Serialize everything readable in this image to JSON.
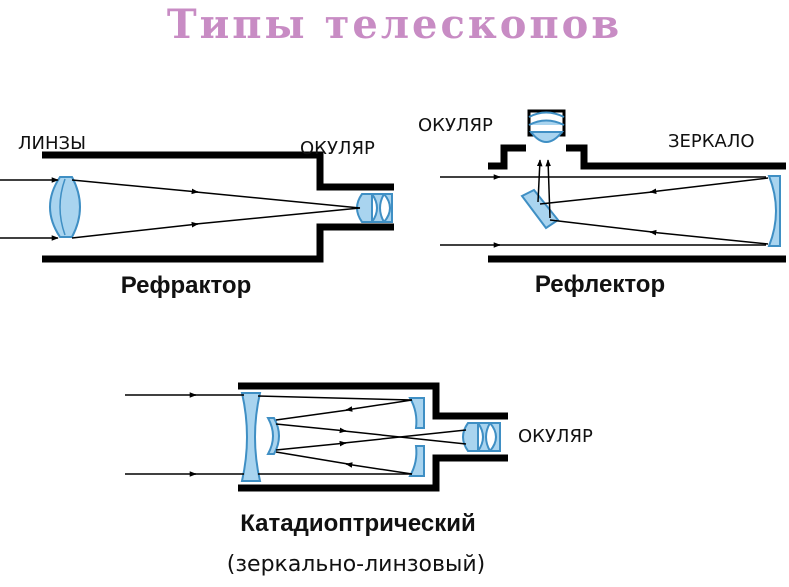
{
  "title": "Типы телескопов",
  "refractor": {
    "caption": "Рефрактор",
    "lens_label": "ЛИНЗЫ",
    "eyepiece_label": "ОКУЛЯР"
  },
  "reflector": {
    "caption": "Рефлектор",
    "eyepiece_label": "ОКУЛЯР",
    "mirror_label": "ЗЕРКАЛО"
  },
  "catadioptric": {
    "caption": "Катадиоптрический",
    "subcaption": "(зеркально-линзовый)",
    "eyepiece_label": "ОКУЛЯР"
  },
  "colors": {
    "tube": "#000000",
    "glass": "#a9d4ef",
    "glass_edge": "#3f8fc4",
    "title": "#c88cc4"
  }
}
